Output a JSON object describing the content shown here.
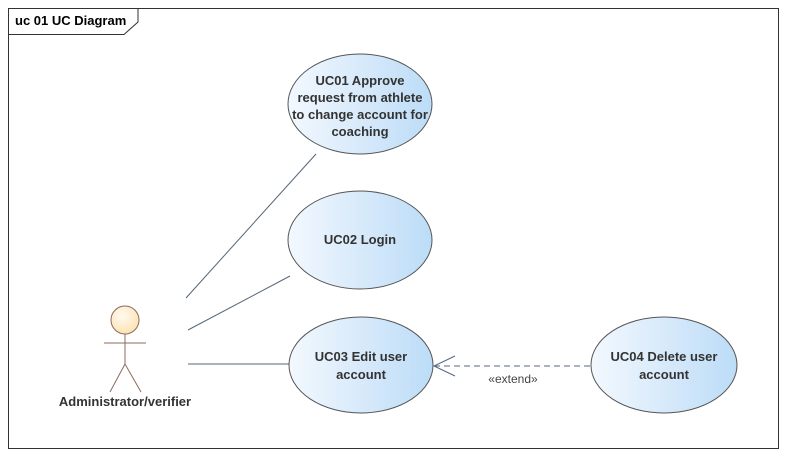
{
  "diagram": {
    "frame_label": "uc 01 UC Diagram",
    "actor": {
      "name": "Administrator/verifier",
      "icon": "stick-figure-actor-icon",
      "head_color": "#fde9c4",
      "line_color": "#8b6b5b"
    },
    "use_cases": [
      {
        "id": "uc01",
        "lines": [
          "UC01 Approve",
          "request from athlete",
          "to change account for",
          "coaching"
        ]
      },
      {
        "id": "uc02",
        "lines": [
          "UC02 Login"
        ]
      },
      {
        "id": "uc03",
        "lines": [
          "UC03 Edit user",
          "account"
        ]
      },
      {
        "id": "uc04",
        "lines": [
          "UC04 Delete user",
          "account"
        ]
      }
    ],
    "extend_label": "«extend»",
    "colors": {
      "usecase_fill_light": "#f3f8fe",
      "usecase_fill_dark": "#bcdcf7",
      "usecase_stroke": "#555555",
      "association_line": "#556677",
      "extend_line": "#556688",
      "frame_stroke": "#333333"
    }
  }
}
